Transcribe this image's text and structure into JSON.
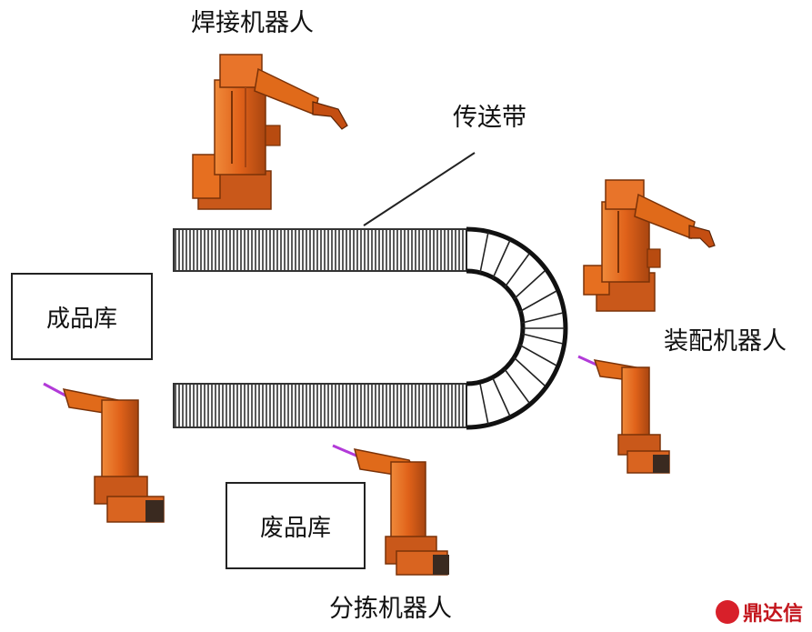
{
  "labels": {
    "welding_robot": "焊接机器人",
    "conveyor": "传送带",
    "assembly_robot": "装配机器人",
    "sorting_robot": "分拣机器人"
  },
  "boxes": {
    "finished_goods": "成品库",
    "scrap": "废品库"
  },
  "watermark": {
    "text": "鼎达信"
  },
  "colors": {
    "robot_orange": "#e06a1a",
    "robot_dark": "#8a3a08",
    "conveyor_stripe": "#555555",
    "gripper_tip": "#b23ad8",
    "watermark_red": "#c3161d"
  }
}
